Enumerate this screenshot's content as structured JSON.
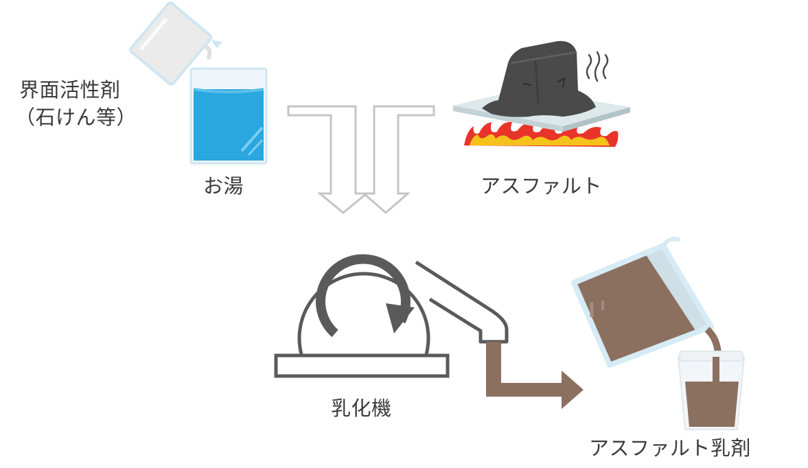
{
  "labels": {
    "surfactant_line1": "界面活性剤",
    "surfactant_line2": "（石けん等）",
    "hot_water": "お湯",
    "asphalt": "アスファルト",
    "emulsifier": "乳化機",
    "asphalt_emulsion": "アスファルト乳剤"
  },
  "colors": {
    "text": "#3a3a3a",
    "water": "#29a8e0",
    "glass": "#d6ebf5",
    "asphalt_block": "#4a4a4a",
    "machine_outline": "#5a5a5a",
    "flow_arrow": "#8b7060",
    "emulsion": "#8b7060",
    "flame_red": "#e8342a",
    "flame_yellow": "#f5c21b",
    "down_arrow_outline": "#c4c4c4"
  },
  "icons": [
    "beaker-pouring-icon",
    "water-beaker-icon",
    "asphalt-on-heated-plate-icon",
    "flame-icon",
    "steam-icon",
    "emulsifier-machine-icon",
    "rotation-arrow-icon",
    "pitcher-pouring-icon",
    "emulsion-cup-icon"
  ]
}
